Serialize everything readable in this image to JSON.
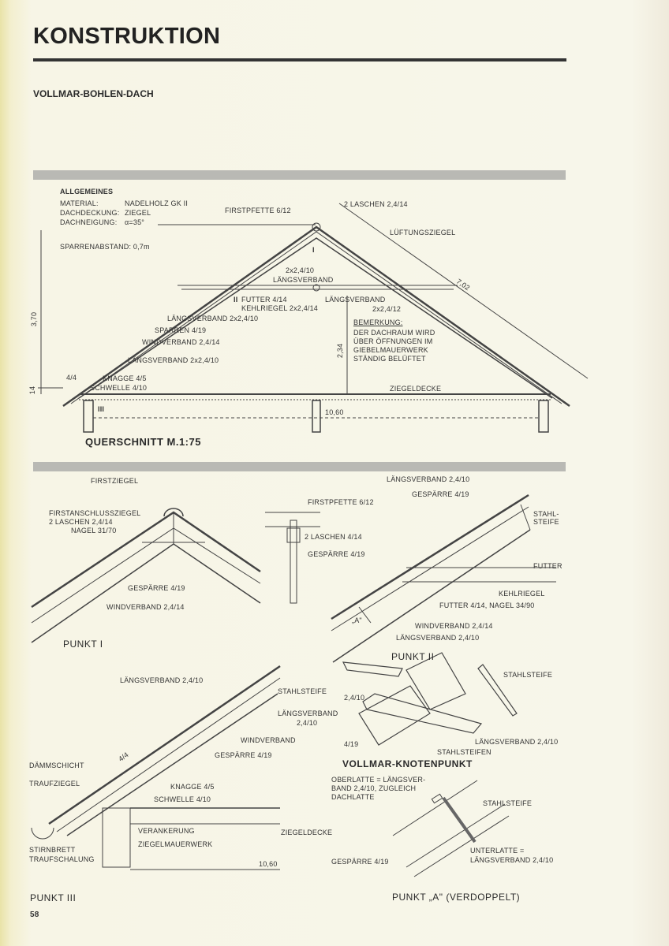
{
  "header": {
    "title": "KONSTRUKTION",
    "subtitle": "VOLLMAR-BOHLEN-DACH"
  },
  "querschnitt": {
    "allgemeines": "ALLGEMEINES",
    "material_label": "MATERIAL:",
    "material_value": "NADELHOLZ GK II",
    "dachdeckung_label": "DACHDECKUNG:",
    "dachdeckung_value": "ZIEGEL",
    "dachneigung_label": "DACHNEIGUNG:",
    "dachneigung_value": "α=35°",
    "sparrenabstand": "SPARRENABSTAND: 0,7m",
    "firstpfette": "FIRSTPFETTE 6/12",
    "laschen": "2 LASCHEN 2,4/14",
    "lueftungsziegel": "LÜFTUNGSZIEGEL",
    "l1": "2x2,4/10",
    "l2": "LÄNGSVERBAND",
    "futter": "FUTTER 4/14",
    "kehlriegel": "KEHLRIEGEL 2x2,4/14",
    "l3": "LÄNGSVERBAND",
    "l4": "2x2,4/12",
    "l5": "LÄNGSVERBAND 2x2,4/10",
    "sparren": "SPARREN 4/19",
    "windverband": "WINDVERBAND 2,4/14",
    "l6": "LÄNGSVERBAND 2x2,4/10",
    "bemerkung_title": "BEMERKUNG:",
    "bemerkung": [
      "DER DACHRAUM WIRD",
      "ÜBER ÖFFNUNGEN IM",
      "GIEBELMAUERWERK",
      "STÄNDIG BELÜFTET"
    ],
    "dim_height": "3,70",
    "dim_inner": "2,34",
    "dim_slope": "7,02",
    "dim_44": "4/4",
    "dim_14": "14",
    "knagge": "KNAGGE 4/5",
    "schwelle": "SCHWELLE 4/10",
    "ziegeldecke": "ZIEGELDECKE",
    "mark_I": "I",
    "mark_II": "II",
    "mark_III": "III",
    "span": "10,60",
    "caption": "QUERSCHNITT M.1:75"
  },
  "punkt1": {
    "firstziegel": "FIRSTZIEGEL",
    "firstanschluss": "FIRSTANSCHLUSSZIEGEL",
    "laschen": "2 LASCHEN 2,4/14",
    "nagel": "NAGEL 31/70",
    "gespaerre": "GESPÄRRE 4/19",
    "windverband": "WINDVERBAND 2,4/14",
    "caption": "PUNKT I"
  },
  "firstdetail": {
    "firstpfette": "FIRSTPFETTE 6/12",
    "laschen": "2 LASCHEN 4/14",
    "gespaerre": "GESPÄRRE 4/19"
  },
  "punkt2": {
    "laengsverband": "LÄNGSVERBAND 2,4/10",
    "gespaerre": "GESPÄRRE 4/19",
    "stahl1": "STAHL-",
    "stahl2": "STEIFE",
    "futter": "FUTTER",
    "kehlriegel": "KEHLRIEGEL",
    "futter_nagel": "FUTTER 4/14, NAGEL 34/90",
    "a": "„A\"",
    "windverband": "WINDVERBAND 2,4/14",
    "laengsverband2": "LÄNGSVERBAND 2,4/10",
    "caption": "PUNKT II"
  },
  "knoten": {
    "stahlsteife": "STAHLSTEIFE",
    "dim1": "2,4/10",
    "dim2": "4/19",
    "laengsverband": "LÄNGSVERBAND 2,4/10",
    "stahlsteifen": "STAHLSTEIFEN",
    "caption": "VOLLMAR-KNOTENPUNKT"
  },
  "punktA": {
    "ober": [
      "OBERLATTE = LÄNGSVER-",
      "BAND 2,4/10, ZUGLEICH",
      "DACHLATTE"
    ],
    "stahlsteife": "STAHLSTEIFE",
    "unter": [
      "UNTERLATTE =",
      "LÄNGSVERBAND 2,4/10"
    ],
    "gespaerre": "GESPÄRRE 4/19",
    "caption": "PUNKT „A\" (VERDOPPELT)"
  },
  "punkt3": {
    "laengsverband": "LÄNGSVERBAND 2,4/10",
    "stahlsteife": "STAHLSTEIFE",
    "laengsverband2": "LÄNGSVERBAND",
    "dim": "2,4/10",
    "windverband": "WINDVERBAND",
    "gespaerre": "GESPÄRRE 4/19",
    "d44": "4/4",
    "daemm": "DÄMMSCHICHT",
    "traufziegel": "TRAUFZIEGEL",
    "knagge": "KNAGGE 4/5",
    "schwelle": "SCHWELLE 4/10",
    "verankerung": "VERANKERUNG",
    "mauerwerk": "ZIEGELMAUERWERK",
    "ziegeldecke": "ZIEGELDECKE",
    "stirnbrett": "STIRNBRETT",
    "traufschalung": "TRAUFSCHALUNG",
    "span": "10,60",
    "caption": "PUNKT III"
  },
  "footer": {
    "page": "58"
  }
}
